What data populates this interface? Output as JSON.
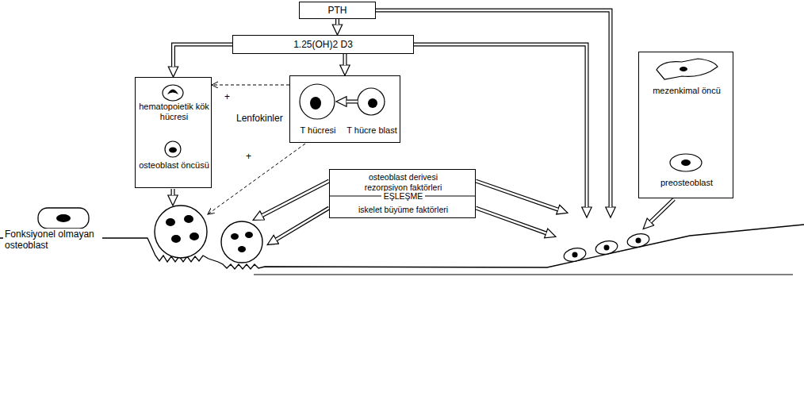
{
  "diagram": {
    "nodes": [
      {
        "text": [
          "PTH"
        ]
      },
      {
        "text": [
          "1.25(OH)2 D3"
        ]
      },
      {
        "text": [
          "hematopoietik kök hücresi",
          "osteoblast öncüsü"
        ]
      },
      {
        "text": [
          "T hücresi",
          "T hücre blast"
        ]
      },
      {
        "text": [
          "mezenkimal öncü",
          "preosteoblast"
        ]
      },
      {
        "text": [
          "osteoblast derivesi rezorpsiyon faktörleri",
          "EŞLEŞME",
          "iskelet büyüme faktörleri"
        ]
      }
    ],
    "edges": [
      {
        "from": 0,
        "to": 1,
        "arrow": "to"
      },
      {
        "from": 1,
        "to": 2,
        "arrow": "to"
      },
      {
        "from": 1,
        "to": 3,
        "arrow": "to"
      },
      {
        "from": 3,
        "to": 2,
        "arrow": "to"
      }
    ],
    "labels": [
      "Lenfokinler",
      "+",
      "+",
      "Fonksiyonel olmayan osteoblast"
    ]
  }
}
